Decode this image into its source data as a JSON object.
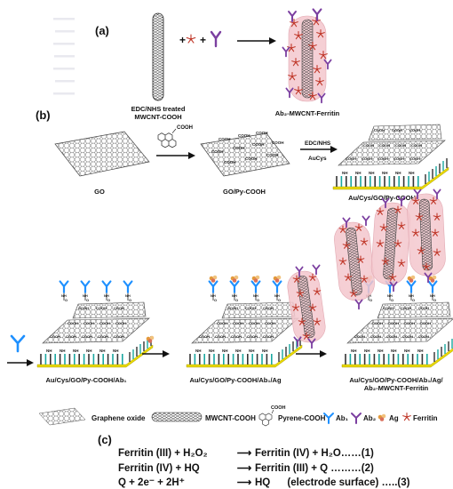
{
  "panels": {
    "a": {
      "label": "(a)",
      "mwcnt_caption_line1": "EDC/NHS treated",
      "mwcnt_caption_line2": "MWCNT-COOH",
      "product_caption": "Ab₂-MWCNT-Ferritin",
      "plus": "+"
    },
    "b": {
      "label": "(b)",
      "go_caption": "GO",
      "pycooh_label": "COOH",
      "go_py_caption": "GO/Py-COOH",
      "reagent_top": "EDC/NHS",
      "reagent_bottom": "AuCys",
      "step3_caption": "Au/Cys/GO/Py-COOH",
      "step4_caption": "Au/Cys/GO/Py-COOH/Ab₁",
      "step5_caption": "Au/Cys/GO/Py-COOH/Ab₁/Ag",
      "step6_caption_line1": "Au/Cys/GO/Py-COOH/Ab₁/Ag/",
      "step6_caption_line2": "Ab₂-MWCNT-Ferritin",
      "cooh_tag": "COOH",
      "nh_tag": "NH",
      "o_tag": "O"
    },
    "legend": {
      "graphene_oxide": "Graphene oxide",
      "mwcnt": "MWCNT-COOH",
      "pyrene_cooh_label": "COOH",
      "pyrene": "Pyrene-COOH",
      "ab1": "Ab₁",
      "ab2": "Ab₂",
      "ag": "Ag",
      "ferritin": "Ferritin"
    },
    "c": {
      "label": "(c)",
      "eq1_left": "Ferritin (III) + H₂O₂",
      "eq1_arrow": "⟶",
      "eq1_right": "Ferritin (IV) + H₂O……(1)",
      "eq2_left": "Ferritin (IV) + HQ",
      "eq2_arrow": "⟶",
      "eq2_right": "Ferritin (III) + Q ………(2)",
      "eq3_left": "Q + 2e⁻ + 2H⁺",
      "eq3_arrow": "⟶",
      "eq3_right": "HQ      (electrode surface) …..(3)"
    }
  },
  "colors": {
    "ab1": "#1e90ff",
    "ab2": "#7b3fa0",
    "ferritin": "#c0392b",
    "ferritin_halo": "#f3c6cc",
    "electrode_gold": "#e8d800",
    "electrode_teal": "#1aa7a0",
    "ag": "#e39a3c"
  }
}
